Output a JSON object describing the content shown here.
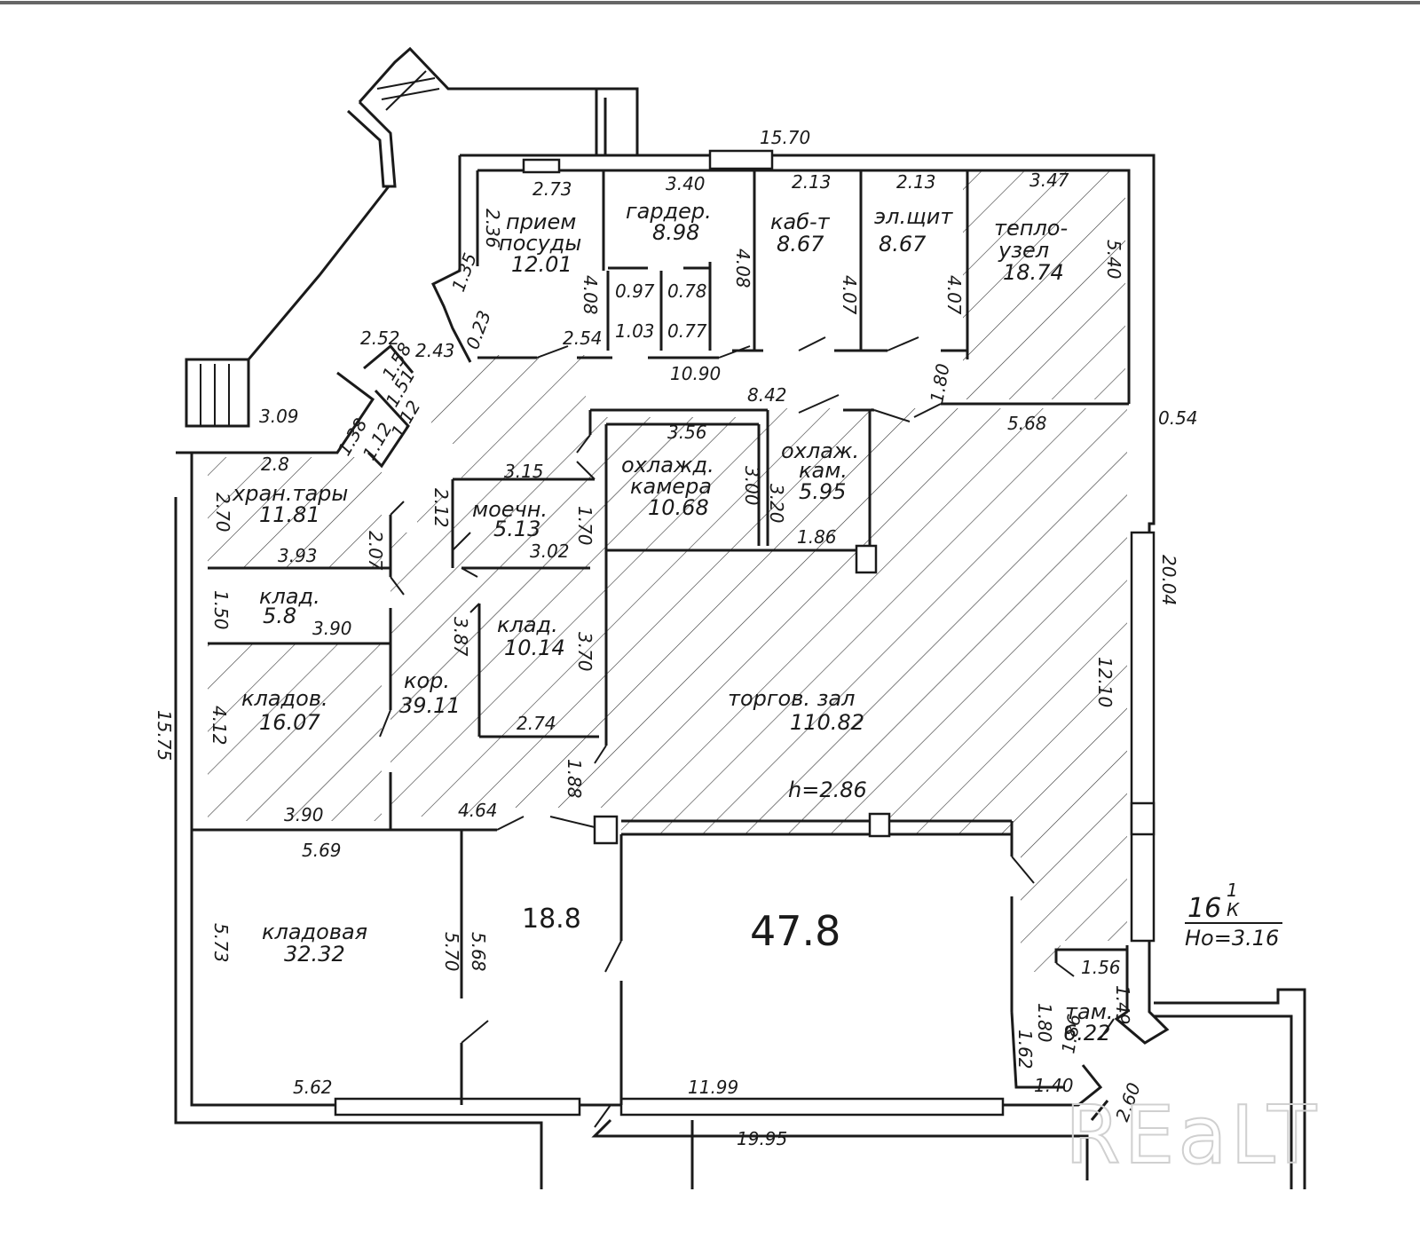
{
  "rooms": [
    {
      "name": "прием посуды",
      "line1": "прием",
      "line2": "посуды",
      "area": "12.01"
    },
    {
      "name": "гардер.",
      "line1": "гардер.",
      "area": "8.98"
    },
    {
      "name": "каб-т",
      "line1": "каб-т",
      "area": "8.67"
    },
    {
      "name": "эл.щит",
      "line1": "эл.щит",
      "area": "8.67"
    },
    {
      "name": "тепло-узел",
      "line1": "тепло-",
      "line2": "узел",
      "area": "18.74"
    },
    {
      "name": "хран.тары",
      "line1": "хран.тары",
      "area": "11.81"
    },
    {
      "name": "моечн.",
      "line1": "моечн.",
      "area": "5.13"
    },
    {
      "name": "охлажд. камера",
      "line1": "охлажд.",
      "line2": "камера",
      "area": "10.68"
    },
    {
      "name": "охлаж. кам.",
      "line1": "охлаж.",
      "line2": "кам.",
      "area": "5.95"
    },
    {
      "name": "клад.",
      "line1": "клад.",
      "area": "5.8"
    },
    {
      "name": "клад.",
      "line1": "клад.",
      "area": "10.14"
    },
    {
      "name": "кладов.",
      "line1": "кладов.",
      "area": "16.07"
    },
    {
      "name": "кор.",
      "line1": "кор.",
      "area": "39.11"
    },
    {
      "name": "торгов. зал",
      "line1": "торгов. зал",
      "area": "110.82"
    },
    {
      "name": "кладовая",
      "line1": "кладовая",
      "area": "32.32"
    },
    {
      "name": "там.",
      "line1": "там.",
      "area": "6.22"
    }
  ],
  "big_areas": [
    "18.8",
    "47.8"
  ],
  "height_label": "h=2.86",
  "floor_note": {
    "number": "16",
    "fraction_top": "1",
    "fraction_bottom": "К",
    "height": "Но=3.16"
  },
  "dimensions": [
    "15.70",
    "2.73",
    "3.40",
    "2.13",
    "2.13",
    "3.47",
    "2.36",
    "4.08",
    "4.08",
    "4.07",
    "4.07",
    "5.40",
    "0.97",
    "0.78",
    "1.03",
    "0.77",
    "1.35",
    "0.23",
    "2.54",
    "10.90",
    "2.52",
    "1.58",
    "2.43",
    "1.51",
    "1.12",
    "1.38",
    "1.12",
    "8.42",
    "1.80",
    "3.09",
    "0.54",
    "3.56",
    "5.68",
    "2.8",
    "3.15",
    "2.70",
    "2.12",
    "3.00",
    "3.20",
    "1.70",
    "3.02",
    "1.86",
    "3.93",
    "2.07",
    "1.50",
    "3.90",
    "3.87",
    "3.70",
    "20.04",
    "4.12",
    "12.10",
    "15.75",
    "2.74",
    "1.88",
    "3.90",
    "4.64",
    "5.69",
    "5.73",
    "5.70",
    "5.68",
    "1.56",
    "1.49",
    "1.62",
    "1.80",
    "1.86",
    "1.40",
    "2.60",
    "5.62",
    "11.99",
    "19.95"
  ],
  "watermark": "REaLT"
}
